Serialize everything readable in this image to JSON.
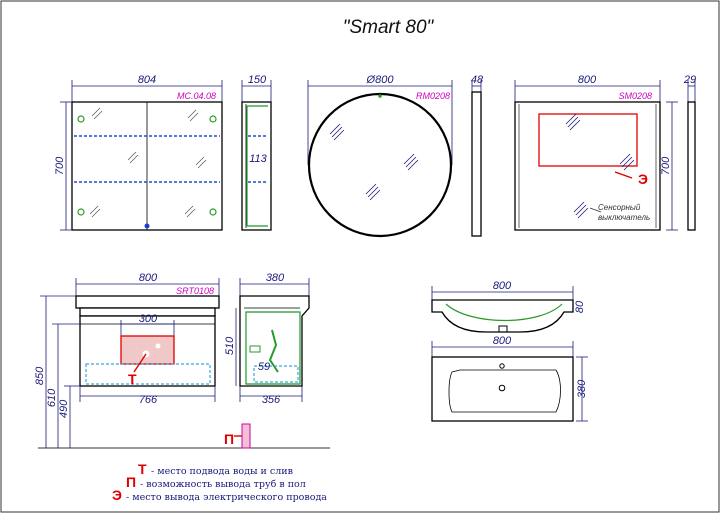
{
  "title": "\"Smart 80\"",
  "cabinet": {
    "code": "MC.04.08",
    "width": "804",
    "height": "700",
    "depth": "150",
    "shelf": "113"
  },
  "round_mirror": {
    "code": "RM0208",
    "diameter": "Ø800",
    "depth": "48"
  },
  "rect_mirror": {
    "code": "SM0208",
    "width": "800",
    "height": "700",
    "depth": "29",
    "note_line1": "Сенсорный",
    "note_line2": "выключатель",
    "e_mark": "Э"
  },
  "vanity": {
    "code": "SRT0108",
    "width": "800",
    "inner": "300",
    "bottom": "766",
    "h_total": "850",
    "h_mid": "610",
    "h_low": "490",
    "t_mark": "Т"
  },
  "vanity_side": {
    "depth": "380",
    "height": "510",
    "inner": "59",
    "bottom": "356"
  },
  "sink_front": {
    "width": "800",
    "side": "80"
  },
  "sink_top": {
    "width": "800",
    "depth": "380"
  },
  "floor": {
    "p_mark": "П"
  },
  "legend": [
    {
      "key": "Т",
      "text": "- место подвода воды и слив"
    },
    {
      "key": "П",
      "text": "- возможность вывода труб в пол"
    },
    {
      "key": "Э",
      "text": "- место вывода электрического провода"
    }
  ]
}
